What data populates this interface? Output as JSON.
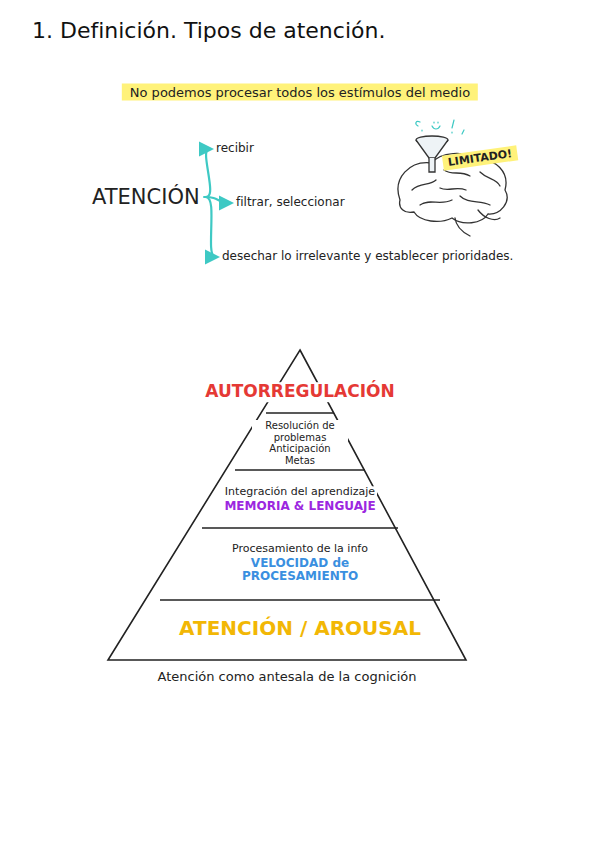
{
  "diagram": {
    "title": "1. Definición. Tipos de atención.",
    "caption": "Atención como antesala de la cognición",
    "nodes": [
      {
        "text": [
          "ATENCIÓN"
        ]
      },
      {
        "text": [
          "recibir"
        ]
      },
      {
        "text": [
          "filtrar, seleccionar"
        ]
      },
      {
        "text": [
          "desechar lo irrelevante y establecer prioridades."
        ]
      },
      {
        "text": [
          "AUTORREGULACIÓN"
        ]
      },
      {
        "text": [
          "Resolución de problemas Anticipación Metas"
        ]
      },
      {
        "text": [
          "Integración del aprendizaje",
          "MEMORIA & LENGUAJE"
        ]
      },
      {
        "text": [
          "Procesamiento de la info",
          "VELOCIDAD de PROCESAMIENTO"
        ]
      },
      {
        "text": [
          "ATENCIÓN / AROUSAL"
        ]
      }
    ],
    "edges": [
      {
        "from": 0,
        "to": 1,
        "arrow": "to"
      },
      {
        "from": 0,
        "to": 2,
        "arrow": "to"
      },
      {
        "from": 0,
        "to": 3,
        "arrow": "to"
      }
    ],
    "labels": [
      "No podemos procesar todos los estímulos del medio",
      "LIMITADO!"
    ]
  }
}
